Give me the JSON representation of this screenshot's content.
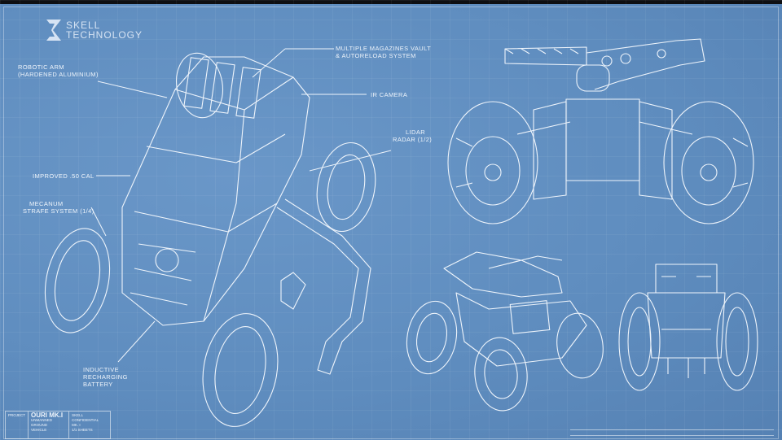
{
  "brand": {
    "name_line1": "SKELL",
    "name_line2": "TECHNOLOGY",
    "icon": "skell-logo-mark"
  },
  "colors": {
    "blueprint_bg": "#5f8dbf",
    "line": "#eef4fb",
    "top_bar": "#0e0f12"
  },
  "callouts": {
    "robotic_arm_1": "ROBOTIC ARM",
    "robotic_arm_2": "(HARDENED ALUMINIUM)",
    "magazines_1": "MULTIPLE MAGAZINES VAULT",
    "magazines_2": "& AUTORELOAD SYSTEM",
    "ir_camera": "IR CAMERA",
    "lidar_1": "LIDAR",
    "lidar_2": "RADAR (1/2)",
    "cal": "IMPROVED .50 Cal",
    "mecanum_1": "MECANUM",
    "mecanum_2": "STRAFE SYSTEM (1/4)",
    "inductive_1": "INDUCTIVE",
    "inductive_2": "RECHARGING",
    "inductive_3": "BATTERY"
  },
  "title_block": {
    "project_label": "PROJECT",
    "project_name": "OURI MK.I",
    "project_sub_1": "UNMANNED GROUND",
    "project_sub_2": "VEHICLE",
    "classification": "SKELL CONFIDENTIAL",
    "revision": "MK. I",
    "sheet": "1/1 SHEETS"
  }
}
